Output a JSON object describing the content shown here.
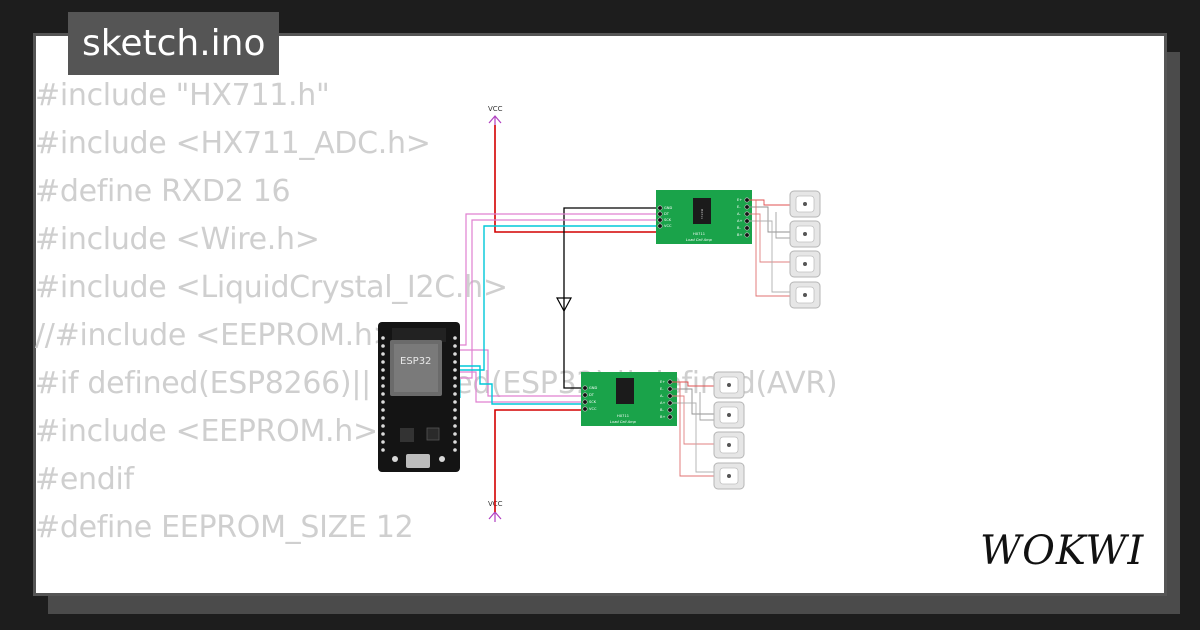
{
  "title": "sketch.ino",
  "code_lines": [
    "#include \"HX711.h\"",
    "#include <HX711_ADC.h>",
    "#define RXD2 16",
    "#include <Wire.h>",
    "#include <LiquidCrystal_I2C.h>",
    "//#include <EEPROM.h>",
    "#if defined(ESP8266)|| defined(ESP32) || defined(AVR)",
    "#include <EEPROM.h>",
    "#endif",
    "#define EEPROM_SIZE 12"
  ],
  "circuit": {
    "vcc_top_label": "VCC",
    "vcc_bottom_label": "VCC",
    "esp32_label": "ESP32",
    "hx711_top": {
      "pins_left": [
        "GND",
        "DT",
        "SCK",
        "VCC"
      ],
      "pins_right": [
        "E+",
        "E-",
        "A-",
        "A+",
        "B-",
        "B+"
      ],
      "chip_label": "HX711",
      "caption": "Load Cell Amp"
    },
    "hx711_bottom": {
      "pins_left": [
        "GND",
        "DT",
        "SCK",
        "VCC"
      ],
      "pins_right": [
        "E+",
        "E-",
        "A-",
        "A+",
        "B-",
        "B+"
      ],
      "chip_label": "HX711",
      "caption": "Load Cell Amp"
    }
  },
  "logo": "WOKWI",
  "colors": {
    "background": "#1d1d1d",
    "tab": "#555555",
    "code_text": "#cfcfcf",
    "board_green": "#1aa34a",
    "wire_red": "#d40000",
    "wire_cyan": "#00c8d8",
    "wire_pink": "#e080d0",
    "wire_black": "#000000"
  }
}
